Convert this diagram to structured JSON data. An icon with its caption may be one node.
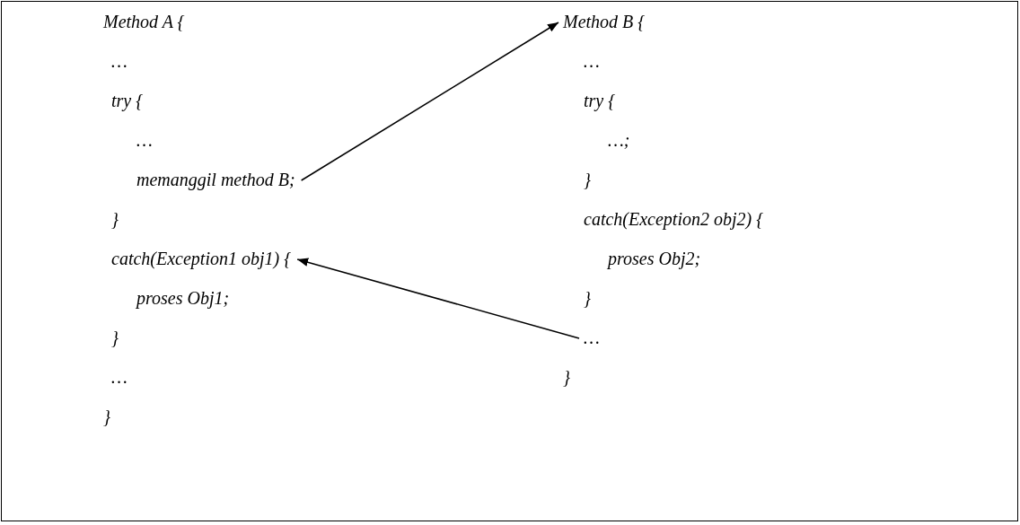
{
  "diagram": {
    "nodes": [
      {
        "text": [],
        "shape": "box"
      },
      {
        "text": [
          "memanggil method B;"
        ],
        "in": 0
      },
      {
        "text": [
          "Method B {"
        ],
        "in": 0
      },
      {
        "text": [
          "catch(Exception1 obj1) {"
        ],
        "in": 0
      },
      {
        "text": [
          "…"
        ],
        "in": 0
      }
    ],
    "edges": [
      {
        "from": 1,
        "to": 2,
        "arrow": "to"
      },
      {
        "from": 4,
        "to": 3,
        "arrow": "to"
      }
    ],
    "labels": [
      "Method A {",
      "…",
      "try {",
      "…",
      "}",
      "proses Obj1;",
      "}",
      "…",
      "}",
      "…",
      "try {",
      "…;",
      "}",
      "catch(Exception2 obj2) {",
      "proses Obj2;",
      "}",
      "}"
    ]
  }
}
